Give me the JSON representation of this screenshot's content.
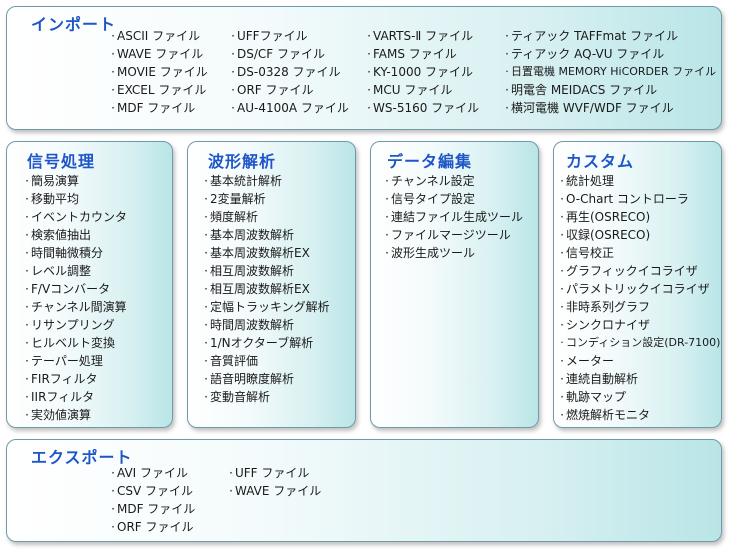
{
  "import": {
    "title": "インポート",
    "columns": [
      [
        "ASCII ファイル",
        "WAVE ファイル",
        "MOVIE ファイル",
        "EXCEL ファイル",
        "MDF ファイル"
      ],
      [
        "UFFファイル",
        "DS/CF ファイル",
        "DS-0328 ファイル",
        "ORF ファイル",
        "AU-4100A ファイル"
      ],
      [
        "VARTS-Ⅱ ファイル",
        "FAMS ファイル",
        "KY-1000 ファイル",
        "MCU ファイル",
        "WS-5160 ファイル"
      ],
      [
        "ティアック TAFFmat ファイル",
        "ティアック AQ-VU ファイル",
        "日置電機 MEMORY HiCORDER ファイル",
        "明電舎 MEIDACS ファイル",
        "横河電機 WVF/WDF ファイル"
      ]
    ]
  },
  "signal": {
    "title": "信号処理",
    "items": [
      "簡易演算",
      "移動平均",
      "イベントカウンタ",
      "検索値抽出",
      "時間軸微積分",
      "レベル調整",
      "F/Vコンバータ",
      "チャンネル間演算",
      "リサンプリング",
      "ヒルベルト変換",
      "テーパー処理",
      "FIRフィルタ",
      "IIRフィルタ",
      "実効値演算"
    ]
  },
  "waveform": {
    "title": "波形解析",
    "items": [
      "基本統計解析",
      "2変量解析",
      "頻度解析",
      "基本周波数解析",
      "基本周波数解析EX",
      "相互周波数解析",
      "相互周波数解析EX",
      "定幅トラッキング解析",
      "時間周波数解析",
      "1/Nオクターブ解析",
      "音質評価",
      "語音明瞭度解析",
      "変動音解析"
    ]
  },
  "data_edit": {
    "title": "データ編集",
    "items": [
      "チャンネル設定",
      "信号タイプ設定",
      "連結ファイル生成ツール",
      "ファイルマージツール",
      "波形生成ツール"
    ]
  },
  "custom": {
    "title": "カスタム",
    "items": [
      "統計処理",
      "O-Chart コントローラ",
      "再生(OSRECO)",
      "収録(OSRECO)",
      "信号校正",
      "グラフィックイコライザ",
      "パラメトリックイコライザ",
      "非時系列グラフ",
      "シンクロナイザ",
      "コンディション設定(DR-7100)",
      "メーター",
      "連続自動解析",
      "軌跡マップ",
      "燃焼解析モニタ"
    ]
  },
  "export": {
    "title": "エクスポート",
    "columns": [
      [
        "AVI ファイル",
        "CSV ファイル",
        "MDF ファイル",
        "ORF ファイル"
      ],
      [
        "UFF ファイル",
        "WAVE ファイル"
      ]
    ]
  }
}
